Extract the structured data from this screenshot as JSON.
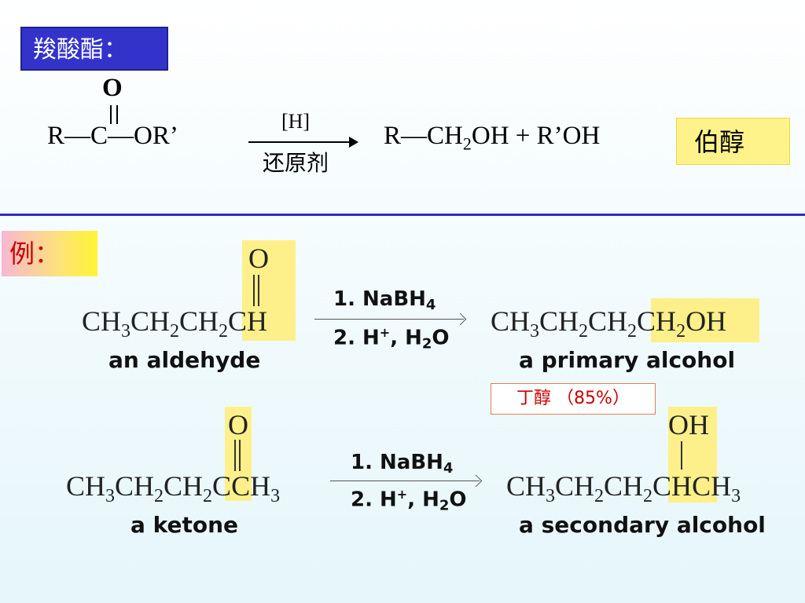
{
  "title": "羧酸酯：",
  "general_reaction": {
    "carbonyl_o": "O",
    "reactant": "R—C—OR’",
    "reagent_top": "[H]",
    "reagent_bottom": "还原剂",
    "product_prefix": "R—CH",
    "product_sub": "2",
    "product_suffix": "OH + R’OH",
    "product_type": "伯醇"
  },
  "example_label": "例：",
  "example1": {
    "carbonyl_o": "O",
    "reactant_caption": "an aldehyde",
    "reagent_line1": "1. NaBH",
    "reagent_line1_sub": "4",
    "reagent_line2_a": "2. H",
    "reagent_line2_sup": "+",
    "reagent_line2_b": ", H",
    "reagent_line2_sub": "2",
    "reagent_line2_c": "O",
    "product_caption": "a primary alcohol",
    "yield_note": "丁醇 （85%）"
  },
  "example2": {
    "carbonyl_o": "O",
    "product_oh": "OH",
    "reactant_caption": "a ketone",
    "reagent_line1": "1. NaBH",
    "reagent_line1_sub": "4",
    "reagent_line2_a": "2. H",
    "reagent_line2_sup": "+",
    "reagent_line2_b": ", H",
    "reagent_line2_sub": "2",
    "reagent_line2_c": "O",
    "product_caption": "a secondary alcohol"
  },
  "formula_parts": {
    "CH": "CH",
    "sub2": "2",
    "sub3": "3",
    "C": "C",
    "OH": "OH"
  },
  "colors": {
    "title_bg": "#3333cc",
    "divider": "#2b2bd0",
    "highlight": "#fdf08a",
    "example_text": "#cc0000"
  }
}
